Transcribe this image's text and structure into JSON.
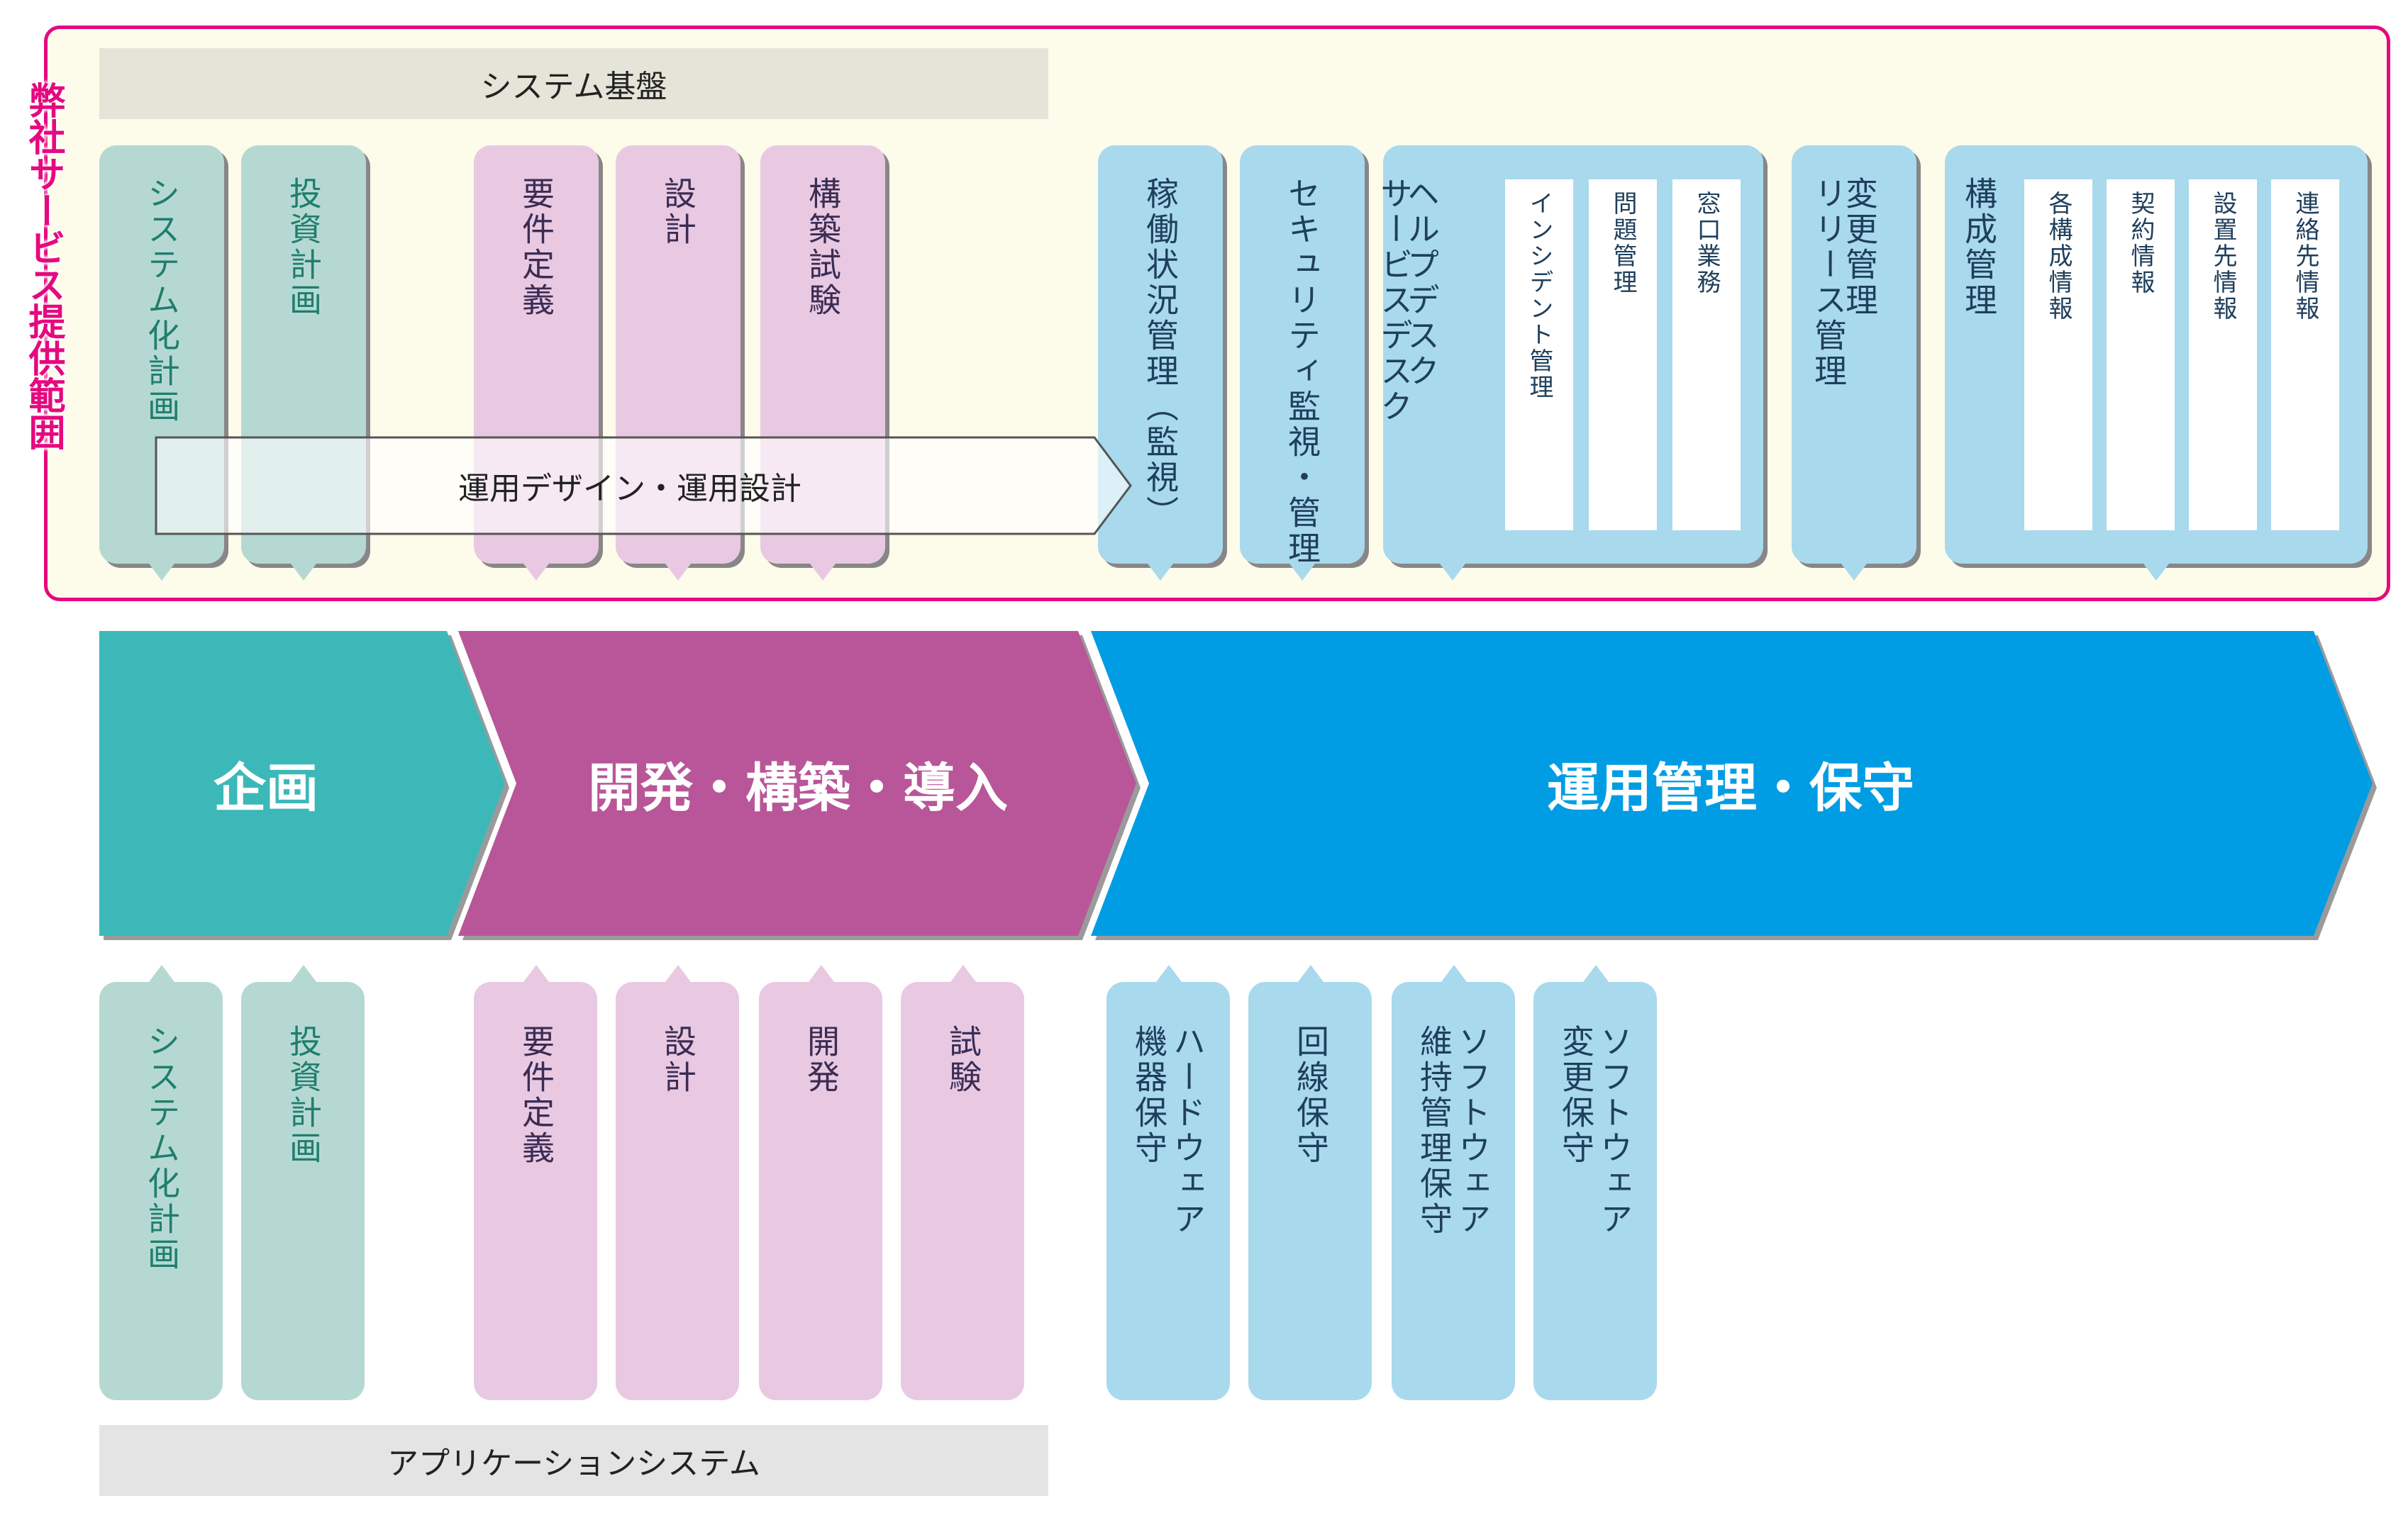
{
  "scope_label": "弊社サービス提供範囲",
  "top_bar": "システム基盤",
  "bottom_bar": "アプリケーションシステム",
  "design_arrow": "運用デザイン・運用設計",
  "phases": [
    "企画",
    "開発・構築・導入",
    "運用管理・保守"
  ],
  "top_cards": [
    {
      "label": "システム化計画"
    },
    {
      "label": "投資計画"
    },
    {
      "label": "要件定義"
    },
    {
      "label": "設計"
    },
    {
      "label": "構築試験"
    },
    {
      "label": "稼働状況管理（監視）"
    },
    {
      "label": "セキュリティ監視・管理"
    },
    {
      "label_line1": "ヘルプデスク",
      "label_line2": "サービスデスク",
      "sub": [
        "インシデント管理",
        "問題管理",
        "窓口業務"
      ]
    },
    {
      "label_line1": "変更管理",
      "label_line2": "リリース管理"
    },
    {
      "label": "構成管理",
      "sub": [
        "各構成情報",
        "契約情報",
        "設置先情報",
        "連絡先情報"
      ]
    }
  ],
  "bottom_cards": [
    {
      "label": "システム化計画"
    },
    {
      "label": "投資計画"
    },
    {
      "label": "要件定義"
    },
    {
      "label": "設計"
    },
    {
      "label": "開発"
    },
    {
      "label": "試験"
    },
    {
      "label_line1": "ハードウェア",
      "label_line2": "機器保守"
    },
    {
      "label": "回線保守"
    },
    {
      "label_line1": "ソフトウェア",
      "label_line2": "維持管理保守"
    },
    {
      "label_line1": "ソフトウェア",
      "label_line2": "変更保守"
    }
  ],
  "colors": {
    "scope": "#e5097f",
    "plan": "#3db8b9",
    "dev": "#b85799",
    "ops": "#009de4"
  }
}
